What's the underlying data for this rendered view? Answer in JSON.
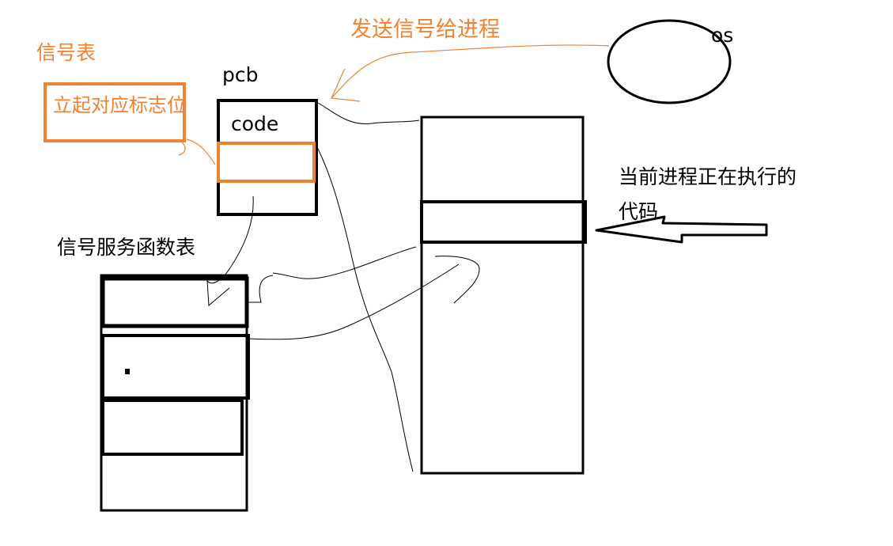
{
  "labels": {
    "send_signal": "发送信号给进程",
    "signal_table": "信号表",
    "set_flag": "立起对应标志位",
    "pcb": "pcb",
    "code": "code",
    "os": "os",
    "current_code_line1": "当前进程正在执行的",
    "current_code_line2": "代码",
    "handler_table": "信号服务函数表"
  },
  "colors": {
    "ink": "#000000",
    "highlight": "#f08232",
    "background": "#ffffff"
  }
}
